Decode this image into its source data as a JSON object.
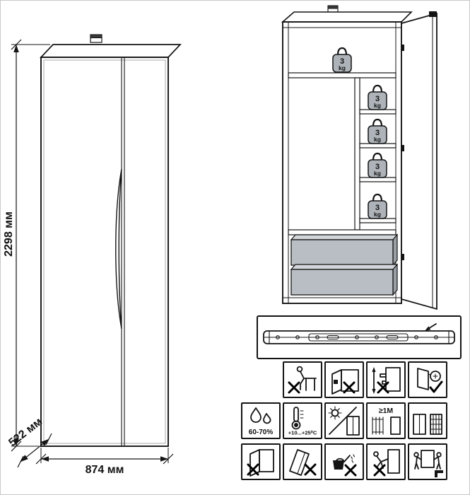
{
  "figure": "wardrobe-instruction-diagram",
  "front_view": {
    "height_label": "2298 мм",
    "depth_label": "522 мм",
    "width_label": "874 мм"
  },
  "open_view": {
    "shelf_weights": [
      {
        "value": "3",
        "unit": "kg"
      },
      {
        "value": "3",
        "unit": "kg"
      },
      {
        "value": "3",
        "unit": "kg"
      },
      {
        "value": "3",
        "unit": "kg"
      },
      {
        "value": "3",
        "unit": "kg"
      }
    ]
  },
  "hardware": {
    "drawer_slide_icon": "telescopic-drawer-slide"
  },
  "care_icons": {
    "rows": [
      {
        "cells": [
          {
            "name": "no-sitting-on-furniture-icon"
          },
          {
            "name": "no-load-on-open-door-icon"
          },
          {
            "name": "no-climbing-tipover-icon"
          },
          {
            "name": "hinge-adjustment-check-icon"
          }
        ]
      },
      {
        "cells": [
          {
            "name": "humidity-range-icon",
            "label": "60-70%"
          },
          {
            "name": "temperature-range-icon",
            "label": "+10...+25⁰C"
          },
          {
            "name": "no-direct-sunlight-icon"
          },
          {
            "name": "heater-distance-icon",
            "label": "≥1M"
          },
          {
            "name": "heater-grille-icon"
          }
        ]
      },
      {
        "cells": [
          {
            "name": "no-open-door-moving-icon"
          },
          {
            "name": "no-tilting-icon"
          },
          {
            "name": "no-water-icon"
          },
          {
            "name": "no-dragging-alone-icon"
          },
          {
            "name": "carry-with-two-people-icon"
          }
        ]
      }
    ]
  },
  "colors": {
    "line": "#141414",
    "drawer_front": "#b9bec4",
    "drawer_top": "#d2d6da",
    "drawer_side": "#9aa0a6",
    "weight_fill": "#adb3b9"
  }
}
